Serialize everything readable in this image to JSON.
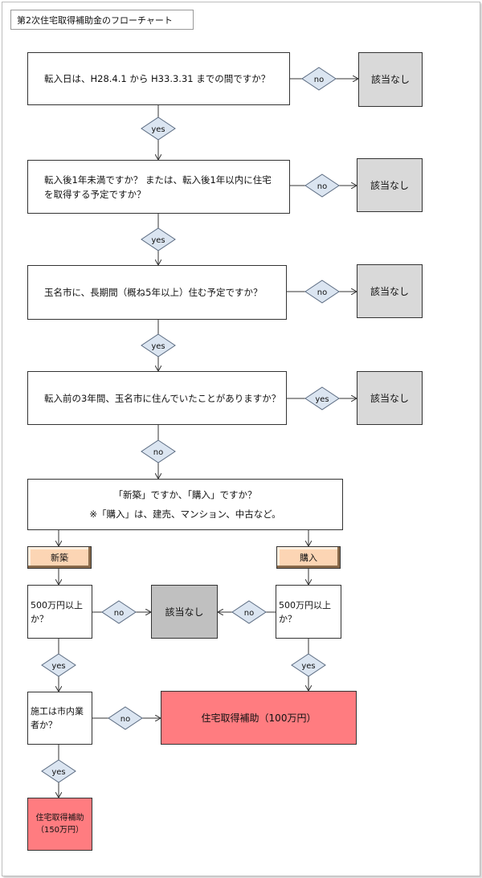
{
  "title": "第2次住宅取得補助金のフローチャート",
  "questions": {
    "q1": "転入日は、H28.4.1 から H33.3.31 までの間ですか？",
    "q2_line1": "転入後1年未満ですか？ または、転入後1年以内に住宅",
    "q2_line2": "を取得する予定ですか？",
    "q3": "玉名市に、長期間（概ね5年以上）住む予定ですか？",
    "q4": "転入前の3年間、玉名市に住んでいたことがありますか？",
    "q5_line1": "「新築」ですか、「購入」ですか？",
    "q5_line2": "※「購入」は、建売、マンション、中古など。",
    "new_price_line1": "500万円以上",
    "new_price_line2": "か？",
    "buy_price_line1": "500万円以上",
    "buy_price_line2": "か？",
    "builder_line1": "施工は市内業",
    "builder_line2": "者か？"
  },
  "tags": {
    "new": "新築",
    "buy": "購入"
  },
  "results": {
    "not_applicable": "該当なし",
    "subsidy_100": "住宅取得補助（100万円）",
    "subsidy_150_line1": "住宅取得補助",
    "subsidy_150_line2": "（150万円）"
  },
  "decisions": {
    "yes": "yes",
    "no": "no"
  },
  "colors": {
    "result_gray": "#d9d9d9",
    "result_gray_dark": "#c0c0c0",
    "subsidy_pink": "#ff7c80",
    "tag_peach": "#fcd5b4",
    "diamond_fill": "#dbe5f1"
  }
}
